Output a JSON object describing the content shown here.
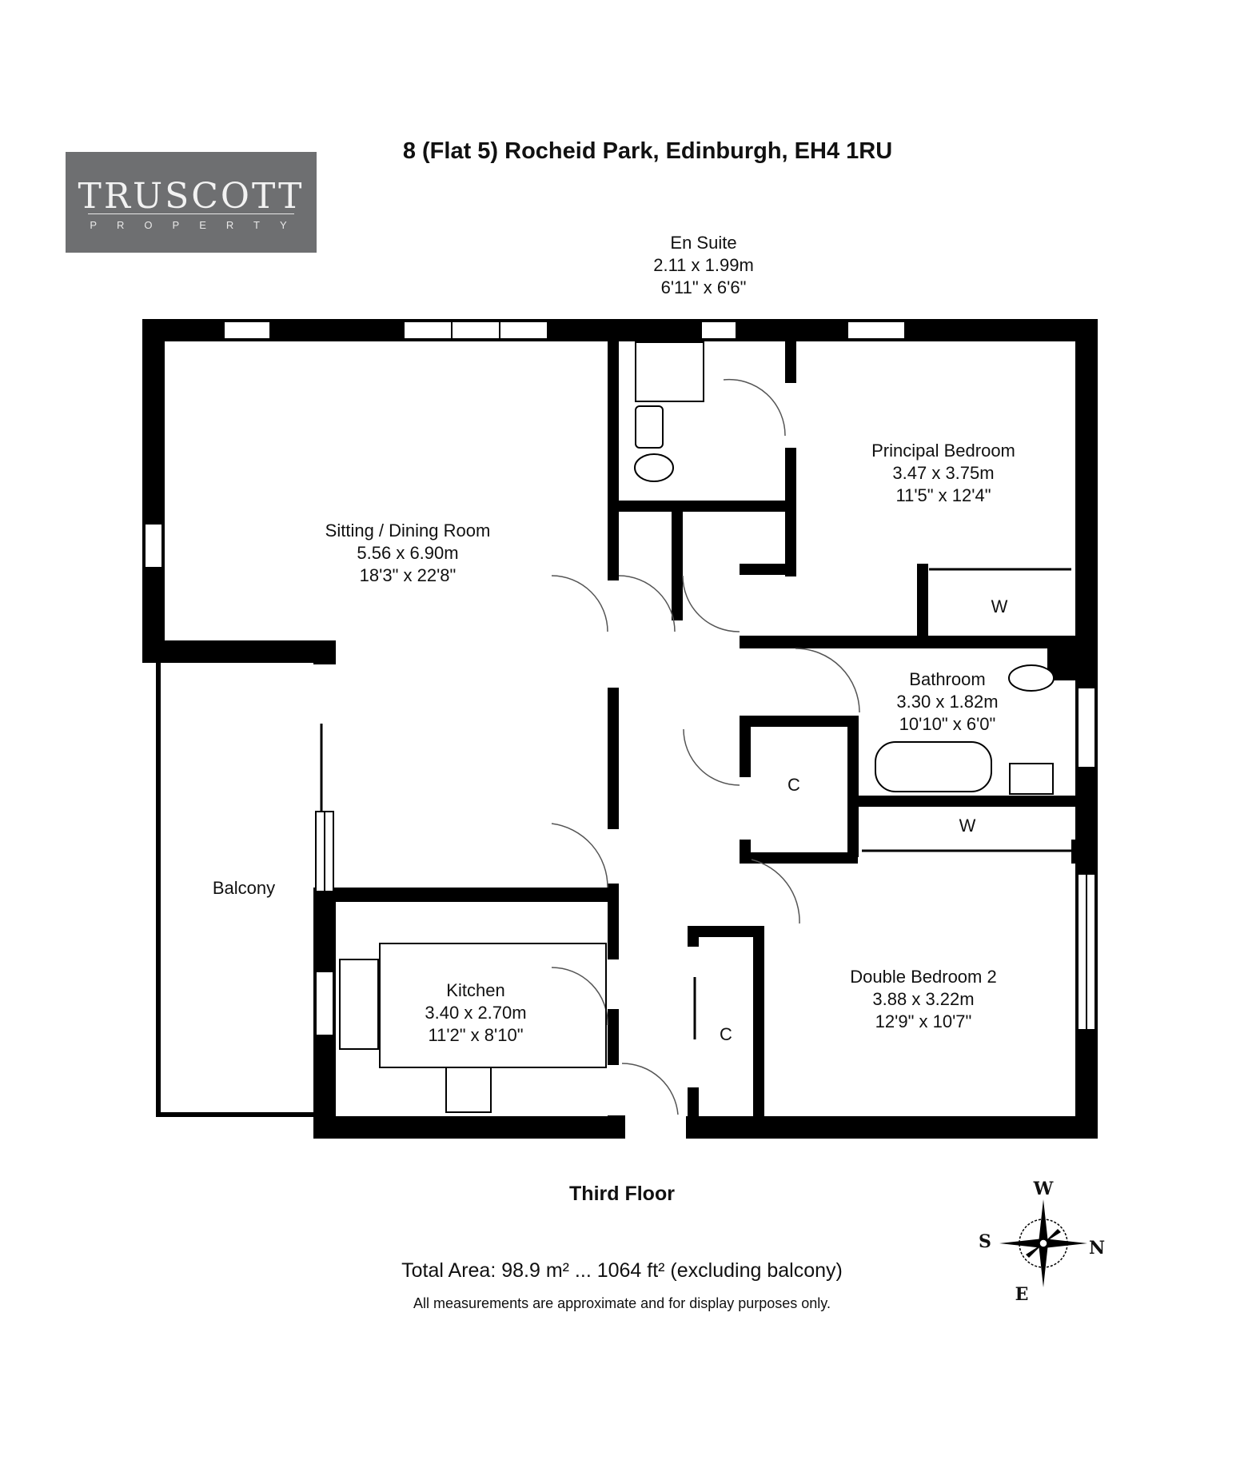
{
  "header": {
    "title": "8 (Flat 5) Rocheid Park, Edinburgh, EH4 1RU"
  },
  "logo": {
    "name": "TRUSCOTT",
    "subtitle": "PROPERTY"
  },
  "rooms": {
    "en_suite": {
      "name": "En Suite",
      "metric": "2.11 x 1.99m",
      "imperial": "6'11\" x 6'6\""
    },
    "principal_bedroom": {
      "name": "Principal Bedroom",
      "metric": "3.47 x 3.75m",
      "imperial": "11'5\" x 12'4\""
    },
    "sitting_dining": {
      "name": "Sitting / Dining Room",
      "metric": "5.56 x 6.90m",
      "imperial": "18'3\" x 22'8\""
    },
    "bathroom": {
      "name": "Bathroom",
      "metric": "3.30 x 1.82m",
      "imperial": "10'10\" x 6'0\""
    },
    "kitchen": {
      "name": "Kitchen",
      "metric": "3.40 x 2.70m",
      "imperial": "11'2\" x 8'10\""
    },
    "double_bedroom_2": {
      "name": "Double Bedroom 2",
      "metric": "3.88 x 3.22m",
      "imperial": "12'9\" x 10'7\""
    },
    "balcony": {
      "name": "Balcony"
    }
  },
  "small_labels": {
    "wardrobe_principal": "W",
    "wardrobe_bedroom2": "W",
    "cupboard_hall": "C",
    "cupboard_entry": "C"
  },
  "footer": {
    "floor": "Third Floor",
    "total_area": "Total Area: 98.9 m² ... 1064 ft² (excluding balcony)",
    "disclaimer": "All measurements are approximate and for display purposes only."
  },
  "compass": {
    "top": "W",
    "left": "S",
    "right": "N",
    "bottom": "E"
  },
  "colors": {
    "wall": "#000000",
    "logo_bg": "#6e6f71",
    "logo_text": "#f2f2f2"
  }
}
